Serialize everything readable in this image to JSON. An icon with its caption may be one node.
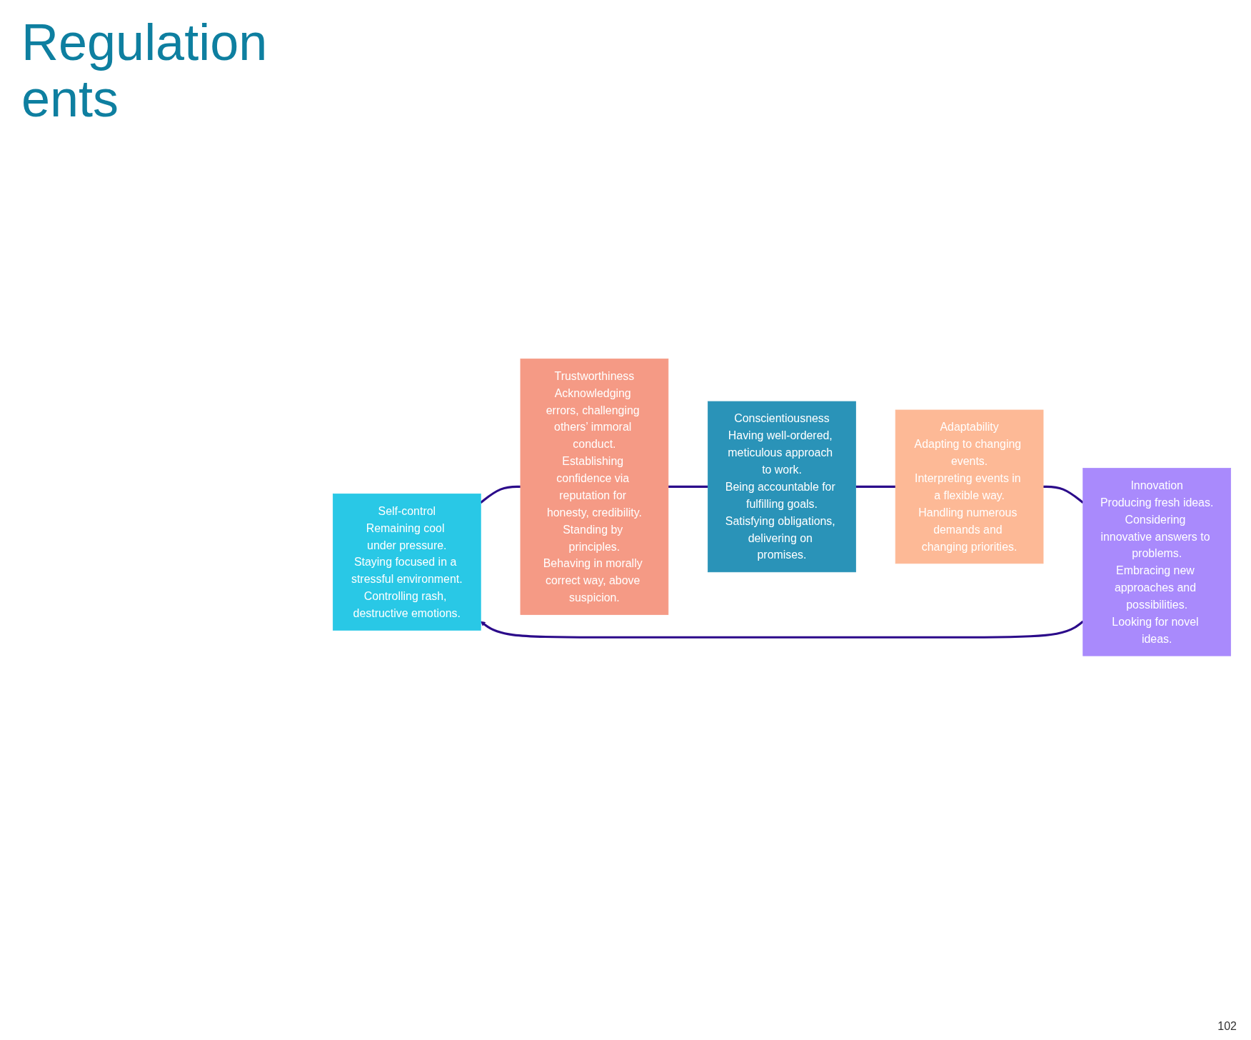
{
  "diagram": {
    "title": "Regulation ents",
    "nodes": [
      {
        "text": [
          "Self-control",
          "Remaining cool under pressure.",
          "Staying focused in a stressful environment.",
          "Controlling rash, destructive emotions."
        ]
      },
      {
        "text": [
          "Innovation",
          "Producing fresh ideas.",
          "Considering innovative answers to problems.",
          "Embracing new approaches and possibilities.",
          "Looking for novel ideas."
        ]
      },
      {
        "text": [
          "Trustworthiness",
          "Acknowledging errors, challenging others’ immoral conduct.",
          "Establishing confidence via reputation for honesty, credibility.",
          "Standing by principles.",
          "Behaving in morally correct way, above suspicion."
        ]
      },
      {
        "text": [
          "Adaptability",
          "Adapting to changing events.",
          "Interpreting events in a flexible way.",
          "Handling numerous demands and changing priorities."
        ]
      },
      {
        "text": [
          "Conscientiousness",
          "Having well-ordered, meticulous approach to work.",
          "Being accountable for fulfilling goals.",
          "Satisfying obligations, delivering on promises."
        ]
      }
    ],
    "edges": [
      {
        "from": 0,
        "to": 2,
        "arrow": "none"
      },
      {
        "from": 2,
        "to": 4,
        "arrow": "none"
      },
      {
        "from": 4,
        "to": 3,
        "arrow": "none"
      },
      {
        "from": 3,
        "to": 1,
        "arrow": "none"
      },
      {
        "from": 1,
        "to": 0,
        "arrow": "to"
      }
    ],
    "labels": [
      "102"
    ]
  }
}
